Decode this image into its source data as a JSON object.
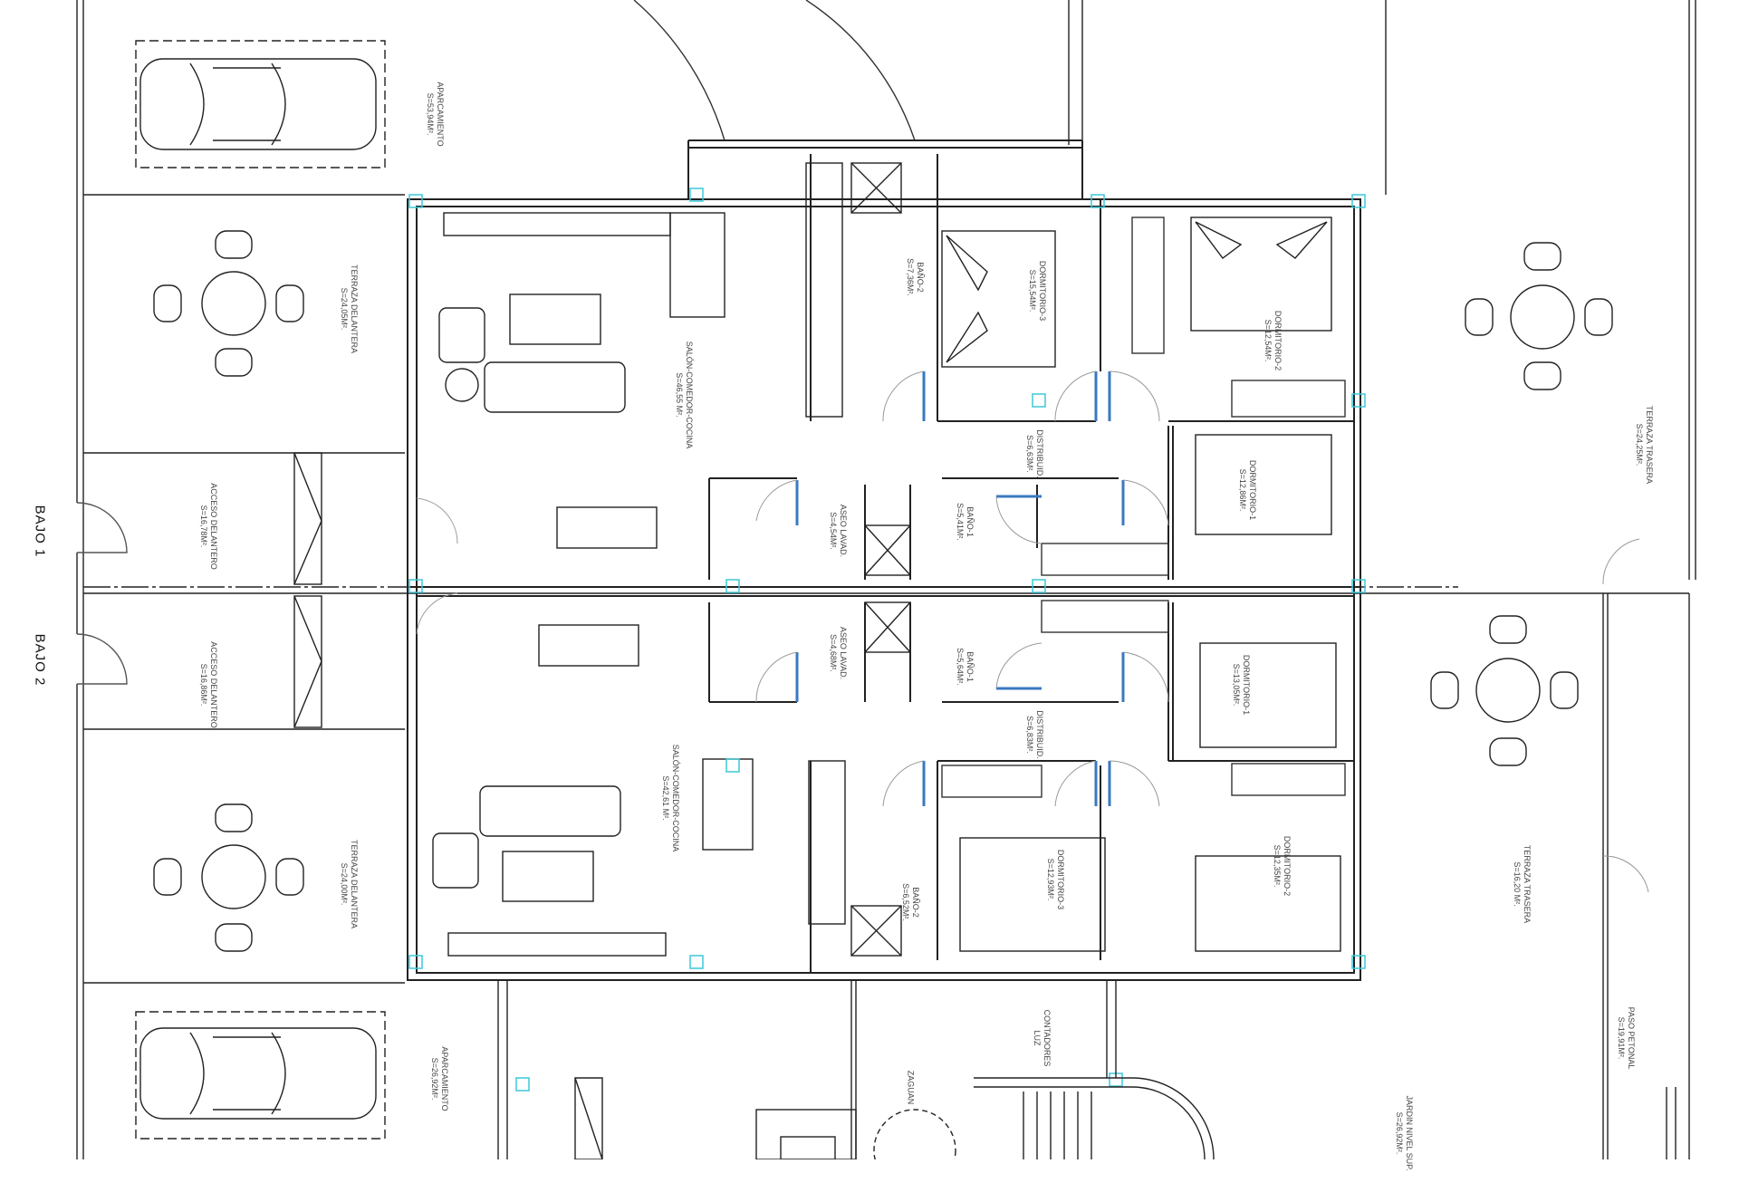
{
  "plan": {
    "levels": [
      {
        "id": "bajo1",
        "label": "BAJO 1"
      },
      {
        "id": "bajo2",
        "label": "BAJO 2"
      }
    ],
    "rooms": {
      "b1_aparcamiento": {
        "name": "APARCAMIENTO",
        "area": "S=53,94M²."
      },
      "b1_terraza_del": {
        "name": "TERRAZA DELANTERA",
        "area": "S=24,05M²."
      },
      "b1_acceso": {
        "name": "ACCESO DELANTERO",
        "area": "S=16,78M²."
      },
      "b1_salon": {
        "name": "SALÓN-COMEDOR-COCINA",
        "area": "S=46,55 M²."
      },
      "b1_bano2": {
        "name": "BAÑO-2",
        "area": "S=7,36M²."
      },
      "b1_dorm3": {
        "name": "DORMITORIO-3",
        "area": "S=15,54M²."
      },
      "b1_dorm2": {
        "name": "DORMITORIO-2",
        "area": "S=12,54M²."
      },
      "b1_distrib": {
        "name": "DISTRIBUID.",
        "area": "S=6,63M²."
      },
      "b1_dorm1": {
        "name": "DORMITORIO-1",
        "area": "S=12,86M²."
      },
      "b1_aseo": {
        "name": "ASEO LAVAD.",
        "area": "S=4,54M²."
      },
      "b1_bano1": {
        "name": "BAÑO-1",
        "area": "S=5,41M²."
      },
      "b1_terraza_tras": {
        "name": "TERRAZA TRASERA",
        "area": "S=24,25M²."
      },
      "b2_acceso": {
        "name": "ACCESO DELANTERO",
        "area": "S=16,86M²."
      },
      "b2_aseo": {
        "name": "ASEO LAVAD.",
        "area": "S=4,68M²."
      },
      "b2_bano1": {
        "name": "BAÑO-1",
        "area": "S=5,64M²."
      },
      "b2_distrib": {
        "name": "DISTRIBUID.",
        "area": "S=6,83M²."
      },
      "b2_dorm1": {
        "name": "DORMITORIO-1",
        "area": "S=13,05M²."
      },
      "b2_salon": {
        "name": "SALÓN-COMEDOR-COCINA",
        "area": "S=42,61 M²."
      },
      "b2_terraza_del": {
        "name": "TERRAZA DELANTERA",
        "area": "S=24,00M²."
      },
      "b2_bano2": {
        "name": "BAÑO-2",
        "area": "S=6,52M²."
      },
      "b2_dorm3": {
        "name": "DORMITORIO-3",
        "area": "S=12,93M²."
      },
      "b2_dorm2": {
        "name": "DORMITORIO-2",
        "area": "S=12,35M²."
      },
      "b2_terraza_tras": {
        "name": "TERRAZA TRASERA",
        "area": "S=16,20 M²."
      },
      "b2_aparcamiento": {
        "name": "APARCAMIENTO",
        "area": "S=26,92M²."
      },
      "zaguan": {
        "name": "ZAGUAN",
        "area": ""
      },
      "contadores": {
        "name": "CONTADORES",
        "area": "LUZ"
      },
      "jardin": {
        "name": "JARDIN NIVEL SUP.",
        "area": "S=26,92M²."
      },
      "paso": {
        "name": "PASO PETONAL",
        "area": "S=19,91M²."
      }
    },
    "colors": {
      "wall": "#222222",
      "door_leaf": "#3a78c0",
      "column": "#3cc8d8",
      "label": "#444444"
    }
  }
}
